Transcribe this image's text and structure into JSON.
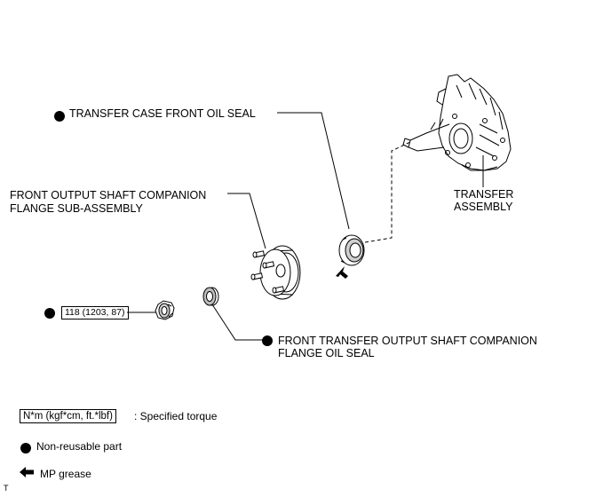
{
  "callouts": {
    "oil_seal": "TRANSFER CASE FRONT OIL SEAL",
    "flange_line1": "FRONT OUTPUT SHAFT COMPANION",
    "flange_line2": "FLANGE SUB-ASSEMBLY",
    "transfer_line1": "TRANSFER",
    "transfer_line2": "ASSEMBLY",
    "torque_value": "118 (1203, 87)",
    "flange_seal_line1": "FRONT TRANSFER OUTPUT SHAFT COMPANION",
    "flange_seal_line2": "FLANGE OIL SEAL"
  },
  "legend": {
    "torque_unit": "N*m (kgf*cm, ft.*lbf)",
    "torque_desc": ": Specified torque",
    "nonreusable_desc": "Non-reusable part",
    "grease_desc": "MP grease"
  },
  "footer": {
    "mark": "T"
  },
  "icons": {
    "non_reusable": "filled-circle-icon",
    "grease": "black-arrow-icon"
  },
  "colors": {
    "ink": "#000000",
    "background": "#ffffff"
  }
}
